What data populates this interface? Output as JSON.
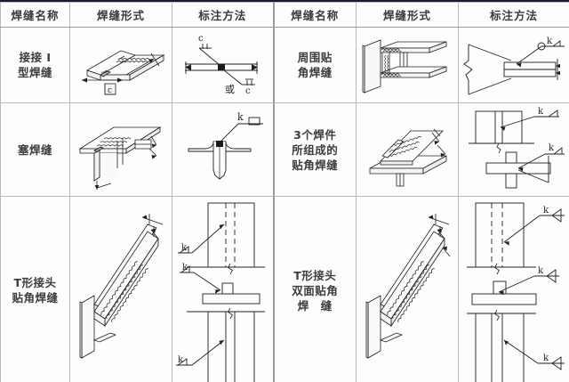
{
  "table": {
    "headers": [
      "焊缝名称",
      "焊缝形式",
      "标注方法",
      "焊缝名称",
      "焊缝形式",
      "标注方法"
    ],
    "rows": [
      {
        "left_name_lines": [
          "接接 I",
          "型焊缝"
        ],
        "left_form": "isometric-butt-joint-i-groove-weld-drawing",
        "left_marking": "butt-weld-symbol-with-c-dimension",
        "left_marking_labels": [
          "c",
          "或",
          "c"
        ],
        "right_name_lines": [
          "周围贴",
          "角焊缝"
        ],
        "right_form": "isometric-i-beam-to-plate-all-around-fillet-weld",
        "right_marking": "all-around-fillet-weld-symbol-side-view",
        "right_marking_labels": [
          "k"
        ]
      },
      {
        "left_name_lines": [
          "塞焊缝"
        ],
        "left_form": "isometric-t-beam-plug-weld-drawing",
        "left_marking": "plug-weld-symbol-on-t-section",
        "left_marking_labels": [
          "k"
        ],
        "right_name_lines": [
          "3个焊件",
          "所组成的",
          "贴角焊缝"
        ],
        "right_form": "isometric-three-part-fillet-weld-assembly",
        "right_marking": "two-view-fillet-weld-symbols",
        "right_marking_labels": [
          "k",
          "k"
        ]
      },
      {
        "left_name_lines": [
          "T形接头",
          "贴角焊缝"
        ],
        "left_form": "isometric-t-joint-single-fillet-weld",
        "left_marking": "three-view-single-fillet-weld-symbols",
        "left_marking_labels": [
          "k",
          "k",
          "k"
        ],
        "right_name_lines": [
          "T形接头",
          "双面贴角",
          "焊　缝"
        ],
        "right_form": "isometric-t-joint-double-fillet-weld",
        "right_marking": "three-view-double-fillet-weld-symbols",
        "right_marking_labels": [
          "k",
          "k",
          "k"
        ]
      }
    ]
  },
  "colors": {
    "line": "#1f1f1f",
    "grid": "#b9b9bd",
    "border": "#1a1a2e",
    "text": "#3c3c3c",
    "fill_light": "#f4f4f4",
    "fill_mid": "#d8d8d8",
    "fill_dark": "#4a4a4a"
  }
}
